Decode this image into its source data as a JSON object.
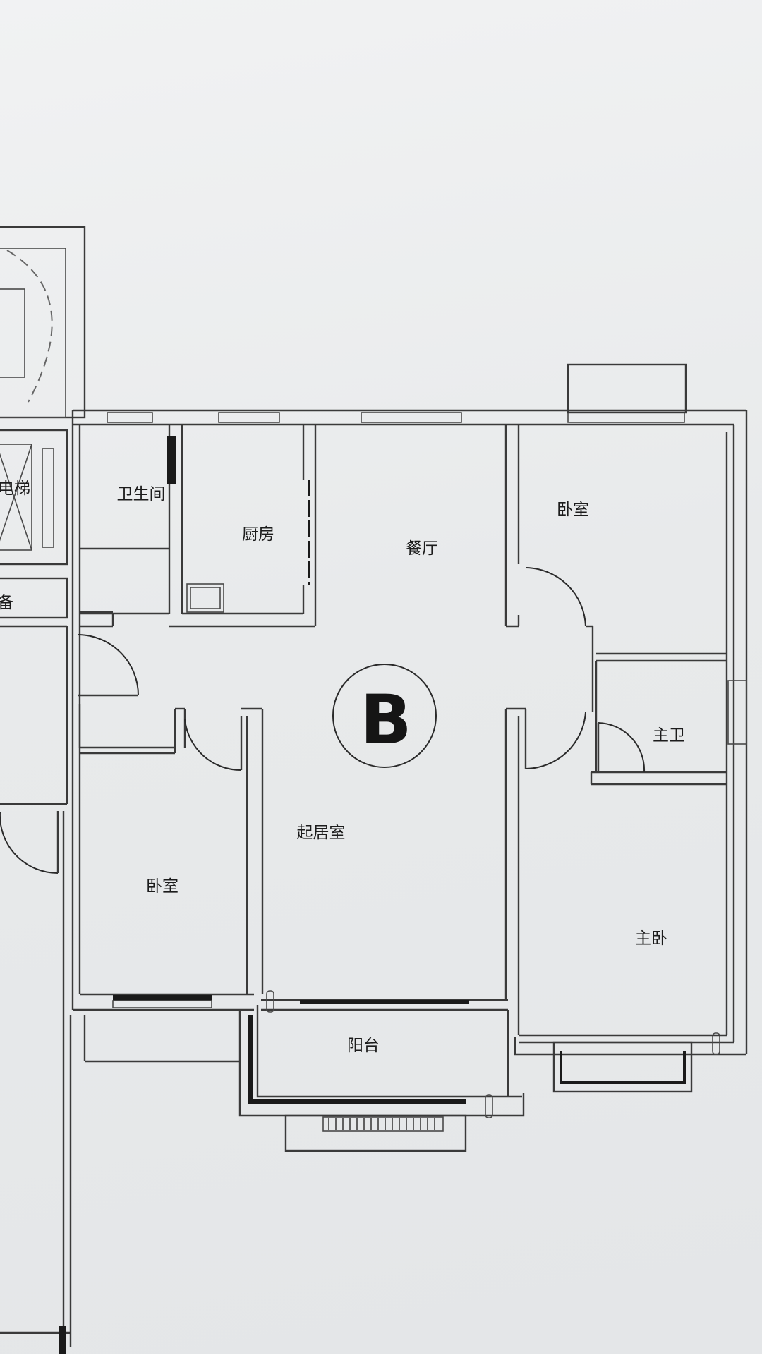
{
  "unit": {
    "letter": "B"
  },
  "rooms": {
    "bathroom": "卫生间",
    "kitchen": "厨房",
    "dining": "餐厅",
    "bedroom_ne": "卧室",
    "master_bath": "主卫",
    "living": "起居室",
    "bedroom_sw": "卧室",
    "master_bedroom": "主卧",
    "balcony": "阳台"
  },
  "neighbors": {
    "elevator": "电梯",
    "partial": "备"
  }
}
